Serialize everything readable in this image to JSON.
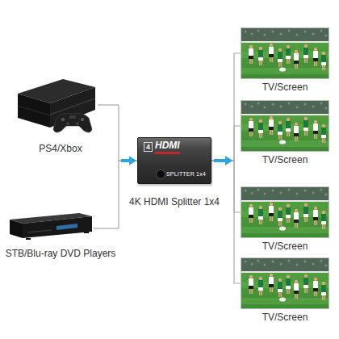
{
  "diagram": {
    "nodes": [
      {
        "text": [
          "PS4/Xbox"
        ]
      },
      {
        "text": [
          "STB/Blu-ray DVD Players"
        ]
      },
      {
        "text": [
          "4",
          "HDMI",
          "SPLITTER 1x4",
          "4K HDMI Splitter 1x4"
        ]
      },
      {
        "text": [
          "TV/Screen"
        ]
      },
      {
        "text": [
          "TV/Screen"
        ]
      },
      {
        "text": [
          "TV/Screen"
        ]
      },
      {
        "text": [
          "TV/Screen"
        ]
      }
    ],
    "edges": [
      {
        "from": 0,
        "to": 2,
        "arrow": "to"
      },
      {
        "from": 1,
        "to": 2,
        "arrow": "to"
      },
      {
        "from": 2,
        "to": 3,
        "arrow": "to"
      },
      {
        "from": 2,
        "to": 4,
        "arrow": "to"
      },
      {
        "from": 2,
        "to": 5,
        "arrow": "to"
      },
      {
        "from": 2,
        "to": 6,
        "arrow": "to"
      }
    ]
  }
}
